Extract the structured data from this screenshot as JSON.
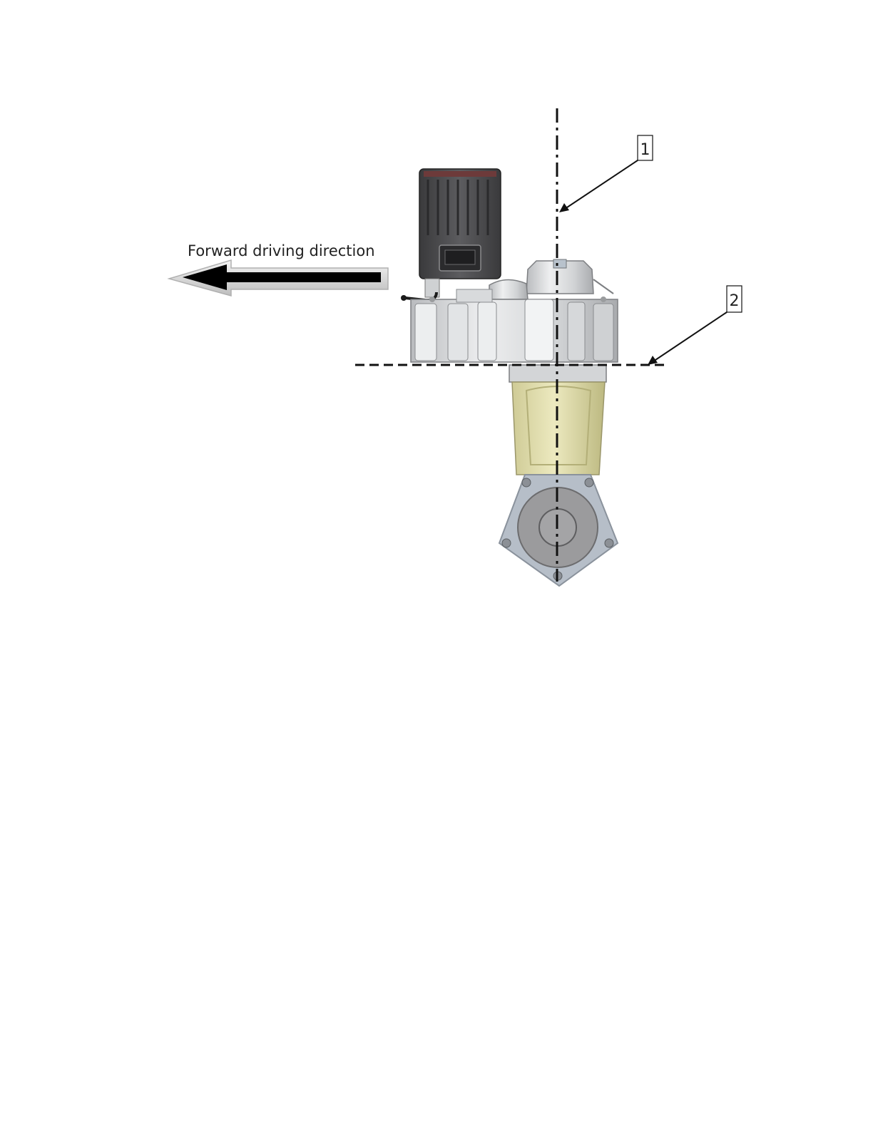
{
  "diagram": {
    "direction_label": "Forward driving direction",
    "callouts": [
      {
        "number": "1"
      },
      {
        "number": "2"
      }
    ],
    "colors": {
      "housing": "#dadcde",
      "housing_dark": "#9a9c9e",
      "controller": "#4a4a4c",
      "controller_dark": "#2a2a2c",
      "column": "#dedcaa",
      "column_dark": "#b8b47e",
      "flange": "#b4bcc6",
      "flange_disc": "#9a9a9c",
      "arrow": "#000000",
      "line": "#111111"
    }
  }
}
